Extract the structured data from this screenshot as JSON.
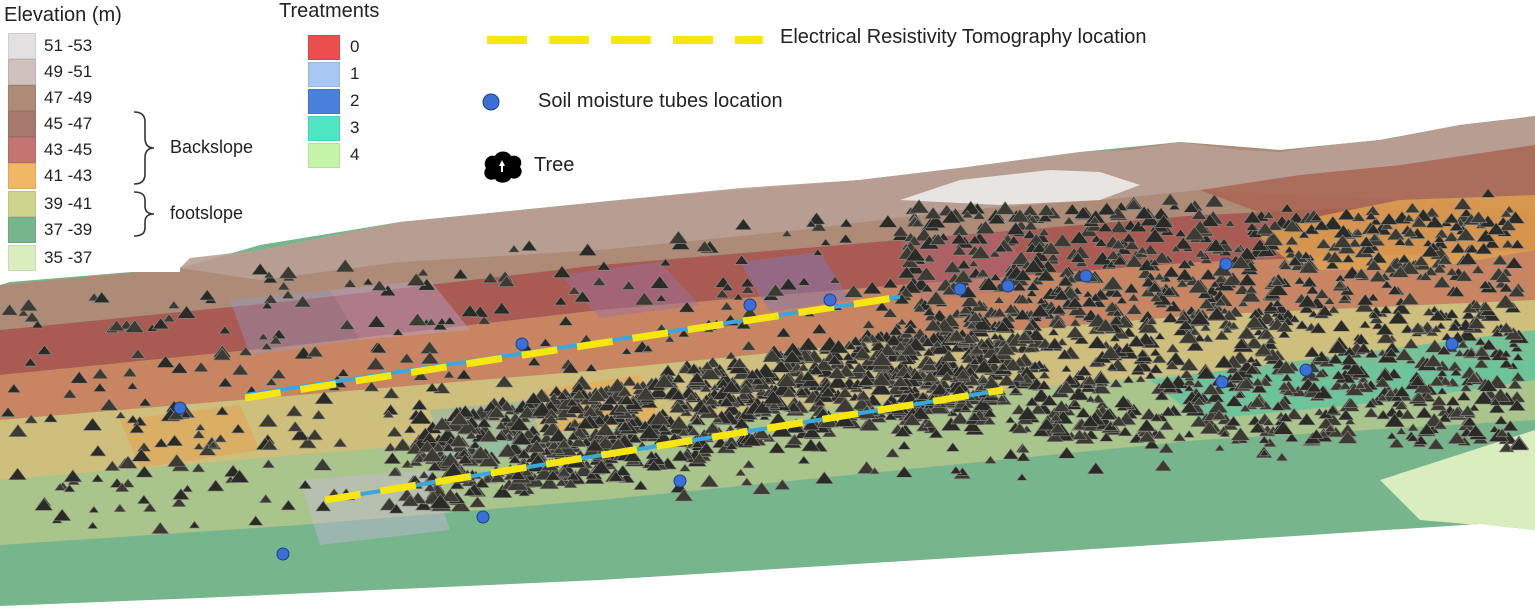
{
  "colors": {
    "ert_line": "#f7e610",
    "ert_under": "#3aa8e0",
    "moisture_dot": "#3a6fd6",
    "tree": "#2a2a26"
  },
  "elevation_legend": {
    "title": "Elevation (m)",
    "items": [
      {
        "label": "51 -53",
        "color": "#e2e0e0"
      },
      {
        "label": "49 -51",
        "color": "#cfc2bc"
      },
      {
        "label": "47 -49",
        "color": "#ad8b77"
      },
      {
        "label": "45 -47",
        "color": "#a77a6d"
      },
      {
        "label": "43 -45",
        "color": "#c47471"
      },
      {
        "label": "41 -43",
        "color": "#f0b764"
      },
      {
        "label": "39 -41",
        "color": "#cfd48c"
      },
      {
        "label": "37 -39",
        "color": "#77b58d"
      },
      {
        "label": "35 -37",
        "color": "#d9edbe"
      }
    ],
    "zones": [
      {
        "label": "Backslope"
      },
      {
        "label": "footslope"
      }
    ]
  },
  "treatments_legend": {
    "title": "Treatments",
    "items": [
      {
        "label": "0",
        "color": "#ec4e4e"
      },
      {
        "label": "1",
        "color": "#a6c8f3"
      },
      {
        "label": "2",
        "color": "#4a7fdc"
      },
      {
        "label": "3",
        "color": "#4ee6c2"
      },
      {
        "label": "4",
        "color": "#c4f4a7"
      }
    ]
  },
  "map_key": {
    "ert_label": "Electrical Resistivity Tomography location",
    "moisture_label": "Soil moisture tubes location",
    "tree_label": "Tree"
  }
}
